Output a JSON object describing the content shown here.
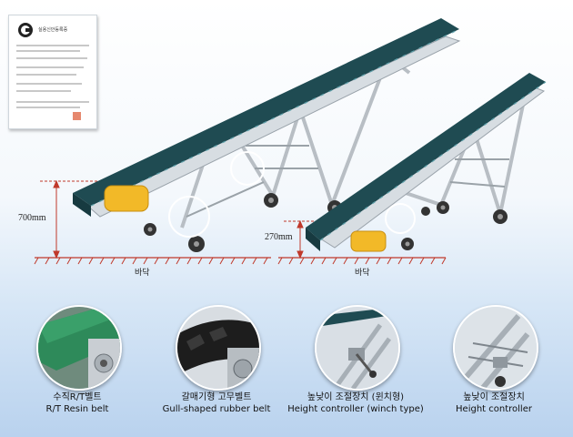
{
  "certificate": {
    "title": "실용신안등록증"
  },
  "dimensions": {
    "high": "700mm",
    "low": "270mm"
  },
  "floor_labels": {
    "left": "바닥",
    "right": "바닥"
  },
  "features": [
    {
      "icon": "green-resin-belt-photo",
      "kr": "수직R/T벨트",
      "en": "R/T Resin belt"
    },
    {
      "icon": "rubber-belt-photo",
      "kr": "갈매기형 고무벨트",
      "en": "Gull-shaped rubber belt"
    },
    {
      "icon": "winch-controller-photo",
      "kr": "높낮이 조절장치 (윈치형)",
      "en": "Height controller (winch type)"
    },
    {
      "icon": "height-controller-photo",
      "kr": "높낮이 조절장치",
      "en": "Height controller"
    }
  ]
}
